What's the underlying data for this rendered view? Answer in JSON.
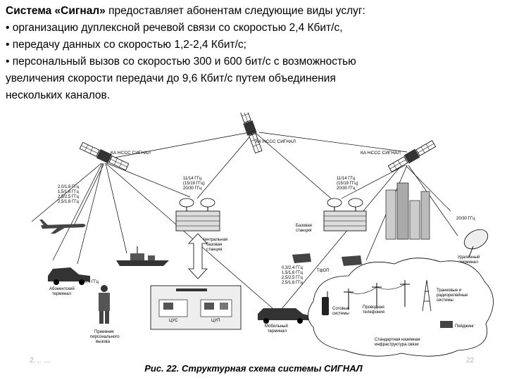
{
  "intro": {
    "title_bold": "Система «Сигнал»",
    "title_rest": " предоставляет абонентам следующие виды услуг:",
    "bullets": [
      "• организацию дуплексной речевой связи со скоростью 2,4 Кбит/с,",
      "• передачу данных со скоростью 1,2-2,4 Кбит/с;",
      "• персональный вызов со скоростью 300 и 600 бит/с с возможностью"
    ],
    "continuation": [
      "увеличения скорости передачи до 9,6 Кбит/с путем объединения",
      "нескольких каналов."
    ]
  },
  "diagram": {
    "sat_left": "КА НССС СИГНАЛ",
    "sat_center": "КА НССС СИГНАЛ",
    "sat_right": "КА НССС СИГНАЛ",
    "freq_left": [
      "2,0/1,6 ГГц",
      "1,5/1,6 ГГц",
      "2,5/2,5 ГГц",
      "2,5/1,6 ГГц"
    ],
    "freq_center_left": [
      "11/14 ГГц",
      "(15/19 ГГц)",
      "20/30 ГГц"
    ],
    "freq_center_right": [
      "11/14 ГГц",
      "(15/19 ГГц)",
      "20/30 ГГц"
    ],
    "freq_right": "20/30 ГГц",
    "freq_low_left": "0,4 ГГц",
    "freq_low_center": [
      "0,3/2,4 ГГц",
      "1,5/1,6 ГГц",
      "2,5/2,5 ГГц",
      "2,5/1,6 ГГц"
    ],
    "central_station": [
      "Центральная",
      "базовая",
      "станция"
    ],
    "base_station": [
      "Базовая",
      "станция"
    ],
    "tfop": "ТфОП",
    "remote_terminal": [
      "Удаленный",
      "терминал"
    ],
    "subscriber_terminal": [
      "Абонентский",
      "терминал"
    ],
    "personal_call": [
      "Приемник",
      "персонального",
      "вызова"
    ],
    "mobile_terminal": [
      "Мобильный",
      "терминал"
    ],
    "wired_telephony": [
      "Проводная",
      "телефония"
    ],
    "cellular": [
      "Сотовые",
      "системы"
    ],
    "trunk_radio": [
      "Транковые и",
      "радиорелейные",
      "системы"
    ],
    "paging": "Пейджинг",
    "ground_infra": [
      "Стандартная наземная",
      "инфраструктура связи"
    ],
    "tsus": "ЦУС",
    "tsup": "ЦУП"
  },
  "caption": "Рис. 22. Структурная схема системы СИГНАЛ",
  "date_stamp": "2, ,. ....",
  "page_number": "22"
}
